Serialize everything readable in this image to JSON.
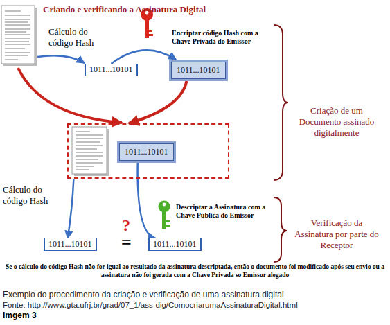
{
  "diagram": {
    "title": "Criando e verificando a Assinatura Digital",
    "caption": "Exemplo do procedimento da criação e verificação de uma assinatura digital",
    "nodes": [
      {
        "text": [
          "1011...10101"
        ]
      },
      {
        "text": [
          "1011...10101"
        ]
      },
      {
        "text": []
      },
      {
        "text": [
          "1011...10101"
        ],
        "in": 2
      },
      {
        "text": [
          "1011...10101"
        ]
      },
      {
        "text": [
          "1011...10101"
        ]
      }
    ],
    "edges": [
      {
        "from": 0,
        "to": 1,
        "arrow": "to"
      },
      {
        "from": 1,
        "to": 2,
        "arrow": "to"
      },
      {
        "from": 2,
        "to": 4,
        "arrow": "to"
      },
      {
        "from": 3,
        "to": 5,
        "arrow": "to"
      }
    ],
    "labels": [
      "Cálculo do código Hash",
      "Encriptar código Hash com a Chave Privada do Emissor",
      "Criação de um Documento assinado digitalmente",
      "Cálculo do código Hash",
      "Descriptar a Assinatura com a Chave Pública do Emissor",
      "Verificação da Assinatura por parte do Receptor",
      "?",
      "=",
      "Se o cálculo do código Hash não for igual ao resultado da assinatura descriptada, então o documento foi modificado após seu envio ou a assinatura não foi gerada com a Chave Privada so Emissor alegado",
      "Fonte: http://www.gta.ufrj.br/grad/07_1/ass-dig/ComocriarumaAssinaturaDigital.html",
      "Imgem 3"
    ]
  }
}
